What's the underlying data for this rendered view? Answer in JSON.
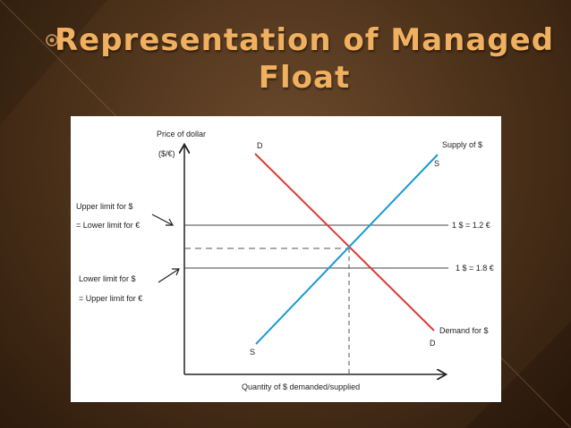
{
  "slide": {
    "title_line1": "Representation of Managed",
    "title_line2": "Float"
  },
  "diagram": {
    "y_axis_label": "Price of dollar",
    "y_axis_unit": "($/€)",
    "x_axis_label": "Quantity of $ demanded/supplied",
    "supply_label": "Supply of $",
    "supply_top_letter": "S",
    "supply_bottom_letter": "S",
    "demand_label": "Demand for $",
    "demand_top_letter": "D",
    "demand_bottom_letter": "D",
    "upper_limit_line1": "Upper limit for $",
    "upper_limit_line2": "= Lower limit for €",
    "lower_limit_line1": "Lower limit for $",
    "lower_limit_line2": "= Upper limit for €",
    "upper_rate": "1 $ = 1.2 €",
    "lower_rate": "1 $ = 1.8 €"
  },
  "colors": {
    "supply": "#1a9ad6",
    "demand": "#e03a3a",
    "title": "#f0b060"
  }
}
